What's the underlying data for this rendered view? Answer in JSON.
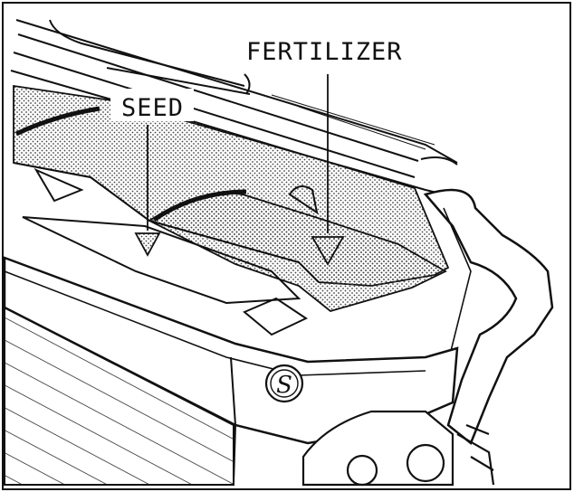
{
  "labels": {
    "fertilizer": "FERTILIZER",
    "seed": "SEED",
    "logo_letter": "S"
  },
  "colors": {
    "ink": "#111111",
    "paper": "#ffffff",
    "stipple": "#555555"
  }
}
